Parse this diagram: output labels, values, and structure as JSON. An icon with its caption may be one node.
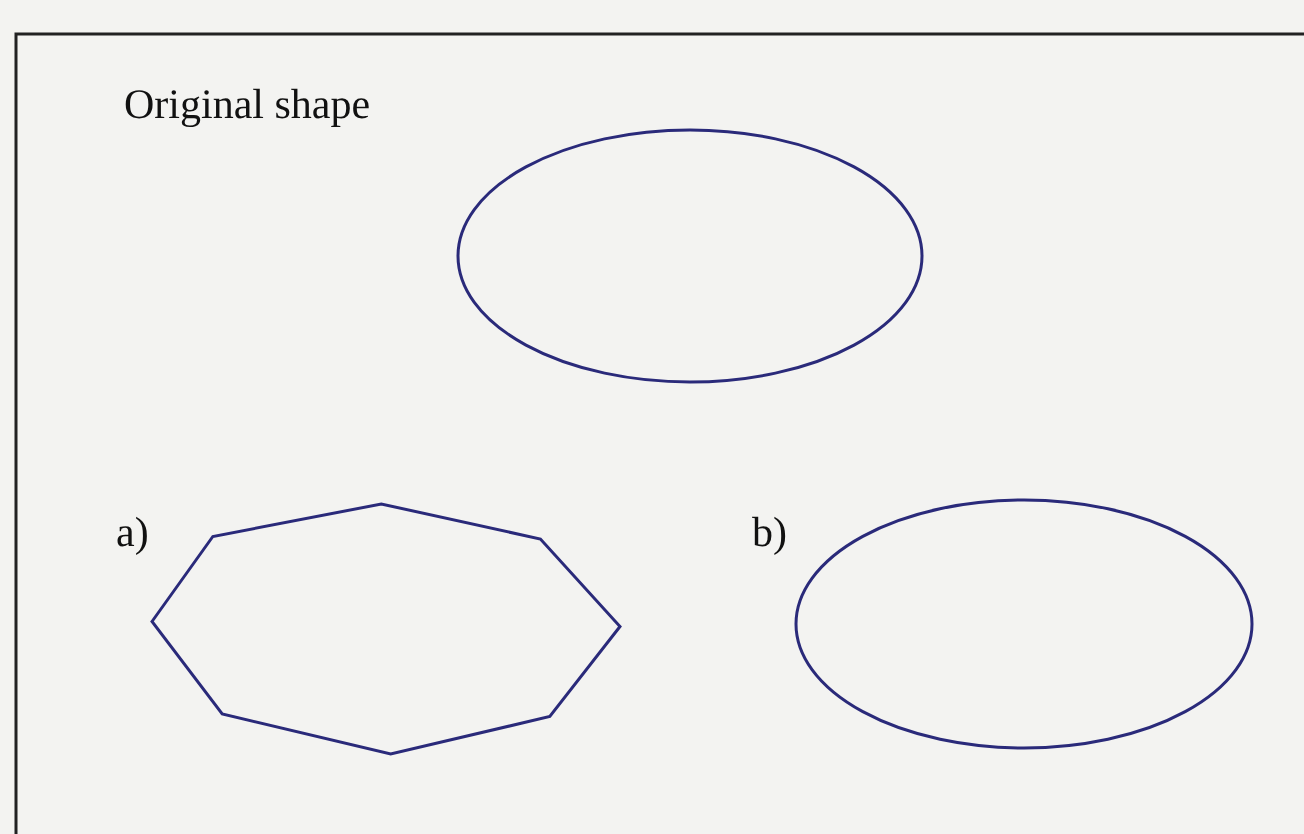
{
  "diagram": {
    "nodes": [
      {
        "text": [],
        "shape": "ellipse"
      },
      {
        "text": [],
        "shape": "octagon"
      },
      {
        "text": [],
        "shape": "ellipse"
      }
    ],
    "labels": [
      "Original shape",
      "a)",
      "b)"
    ]
  }
}
